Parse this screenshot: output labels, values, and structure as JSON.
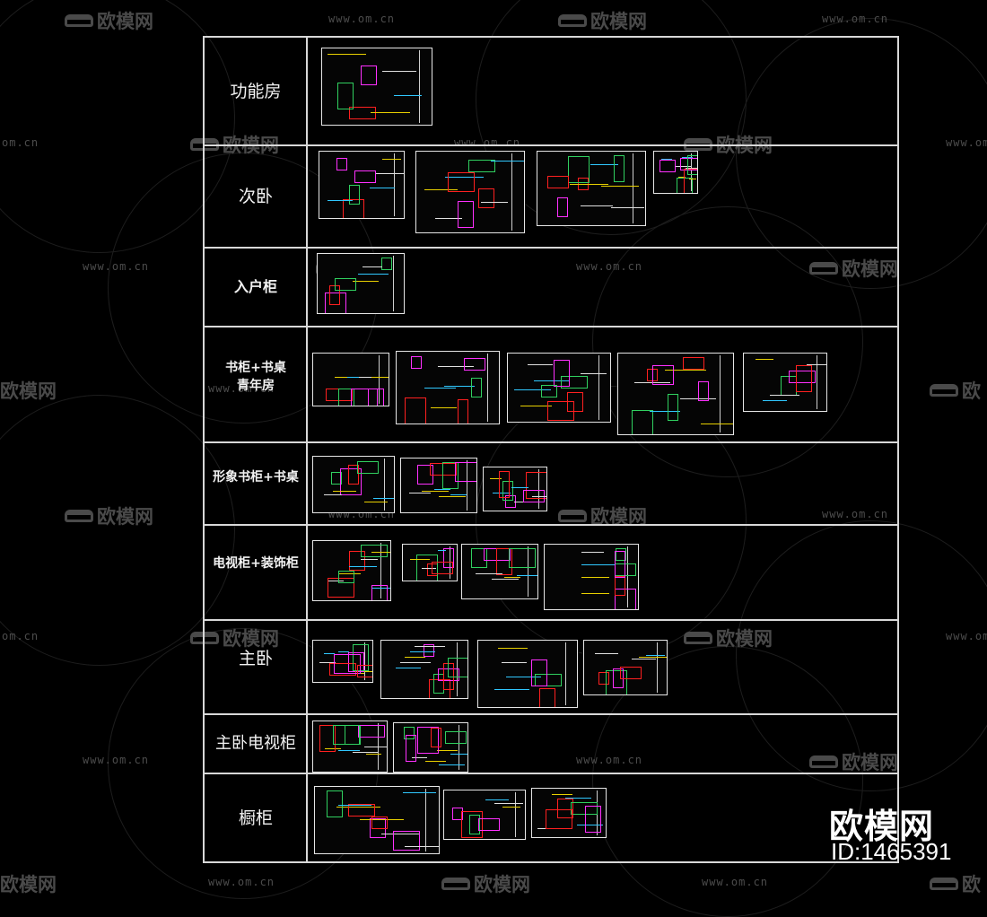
{
  "rows": [
    {
      "label": "功能房",
      "sheets": 1
    },
    {
      "label": "次卧",
      "sheets": 4
    },
    {
      "label": "入户柜",
      "sheets": 1
    },
    {
      "label": "书柜+书桌\n青年房",
      "sheets": 5
    },
    {
      "label": "形象书柜+书桌",
      "sheets": 3
    },
    {
      "label": "电视柜+装饰柜",
      "sheets": 4
    },
    {
      "label": "主卧",
      "sheets": 4
    },
    {
      "label": "主卧电视柜",
      "sheets": 2
    },
    {
      "label": "橱柜",
      "sheets": 3
    }
  ],
  "watermark": {
    "logo_text": "欧模网",
    "url_text": "www.om.cn",
    "partial_url": "om.cn",
    "partial_logo": "欧模网"
  },
  "brand": {
    "name": "欧模网",
    "id": "ID:1465391"
  },
  "colors": {
    "background": "#000000",
    "grid_line": "#d8d8d8",
    "label_text": "#f2f2f2",
    "watermark": "#4a4a4a",
    "cad_yellow": "#e8d000",
    "cad_magenta": "#ff30ff",
    "cad_cyan": "#30c8ff",
    "cad_red": "#ff2020"
  }
}
